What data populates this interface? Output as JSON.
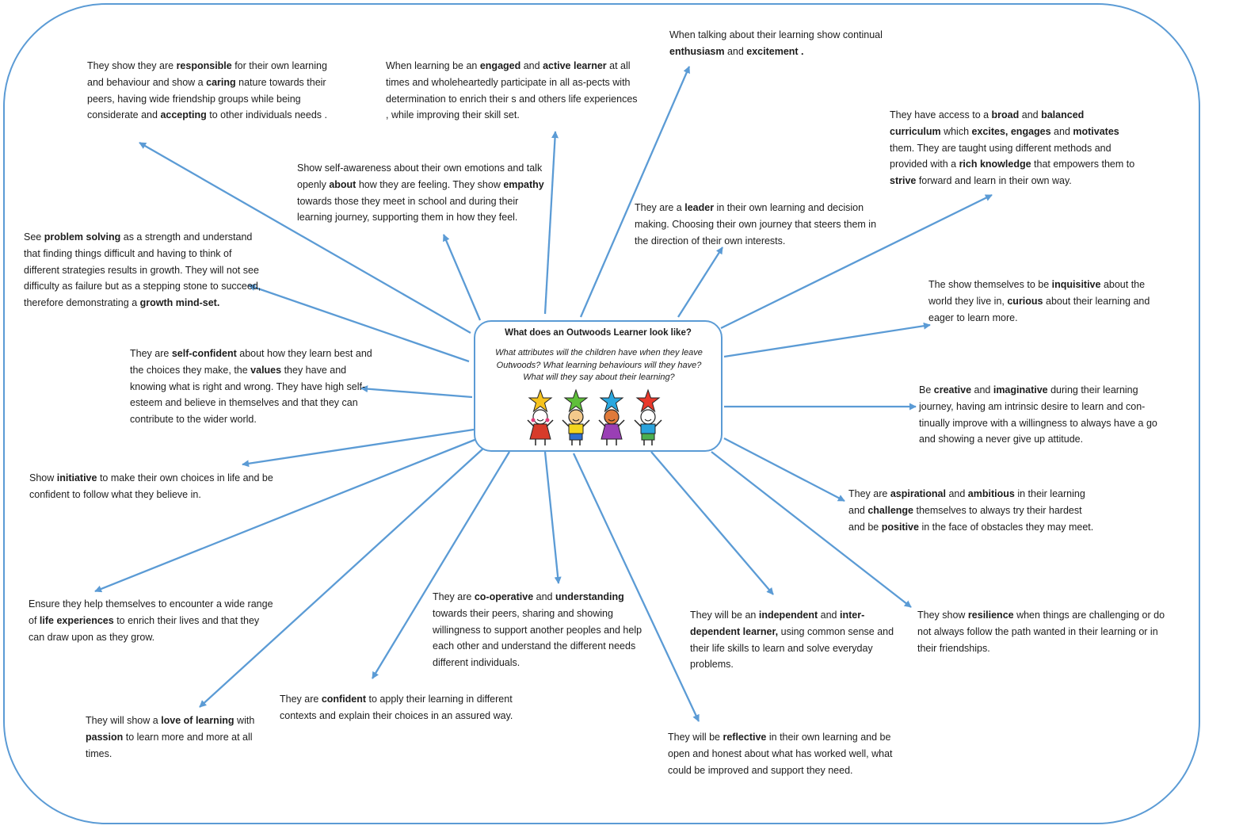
{
  "center": {
    "title": "What does an Outwoods Learner look like?",
    "question": "What attributes will the children have when they leave Outwoods?  What learning behaviours will they have?  What will they say about their learning?"
  },
  "colors": {
    "line": "#5b9bd5",
    "text": "#1c1c1c",
    "star": [
      "#f6c31d",
      "#5fbf3a",
      "#2aa7df",
      "#e8382b"
    ],
    "shirt": [
      "#d73b2a",
      "#f4d51f",
      "#9a3fb5",
      "#2aa2dc"
    ]
  },
  "nodes": [
    {
      "id": "responsible",
      "parts": [
        [
          "They show they are ",
          0
        ],
        [
          "responsible",
          1
        ],
        [
          " for their own learning and behaviour and  show a ",
          0
        ],
        [
          "caring",
          1
        ],
        [
          " nature towards their peers, having wide friendship groups while being considerate and ",
          0
        ],
        [
          "accepting",
          1
        ],
        [
          " to other individuals needs .",
          0
        ]
      ]
    },
    {
      "id": "engaged",
      "parts": [
        [
          "When learning be an ",
          0
        ],
        [
          "engaged",
          1
        ],
        [
          " and  ",
          0
        ],
        [
          "active learner",
          1
        ],
        [
          " at all times and wholeheartedly participate in all as-pects with determination to enrich their s and others life experiences , while improving their skill set.",
          0
        ]
      ]
    },
    {
      "id": "enthusiasm",
      "parts": [
        [
          "When talking about their learning  show continual ",
          0
        ],
        [
          "enthusiasm",
          1
        ],
        [
          " and ",
          0
        ],
        [
          "excitement .",
          1
        ]
      ]
    },
    {
      "id": "curriculum",
      "parts": [
        [
          "They have access to a  ",
          0
        ],
        [
          "broad",
          1
        ],
        [
          " and ",
          0
        ],
        [
          "balanced curriculum",
          1
        ],
        [
          " which ",
          0
        ],
        [
          "excites, engages",
          1
        ],
        [
          " and ",
          0
        ],
        [
          "motivates",
          1
        ],
        [
          " them.  They are taught using  different methods and provided with a ",
          0
        ],
        [
          "rich knowledge",
          1
        ],
        [
          " that empowers them to ",
          0
        ],
        [
          "strive",
          1
        ],
        [
          " forward and learn in their own way.",
          0
        ]
      ]
    },
    {
      "id": "self-awareness",
      "parts": [
        [
          "Show self-awareness about their own emotions and talk openly ",
          0
        ],
        [
          "about",
          1
        ],
        [
          "  how they are feeling.  They show ",
          0
        ],
        [
          "empathy",
          1
        ],
        [
          " towards those they meet in school and during their learning journey, supporting them in how they feel.",
          0
        ]
      ]
    },
    {
      "id": "leader",
      "parts": [
        [
          "They are a ",
          0
        ],
        [
          "leader",
          1
        ],
        [
          " in their own learning and decision making.  Choosing their own journey that steers them in the direction of their own interests.",
          0
        ]
      ]
    },
    {
      "id": "problem-solving",
      "parts": [
        [
          "See ",
          0
        ],
        [
          "problem solving",
          1
        ],
        [
          " as a strength and understand that finding things difficult and having to think of different strategies results in growth.  They will not see difficulty as failure but as a stepping stone to succeed,  therefore demonstrating a ",
          0
        ],
        [
          "growth mind-set.",
          1
        ]
      ]
    },
    {
      "id": "inquisitive",
      "parts": [
        [
          "The show themselves to be ",
          0
        ],
        [
          "inquisitive",
          1
        ],
        [
          " about the world they live in, ",
          0
        ],
        [
          "curious",
          1
        ],
        [
          "  about their learning and eager to learn more.",
          0
        ]
      ]
    },
    {
      "id": "self-confident",
      "parts": [
        [
          "They are  ",
          0
        ],
        [
          "self-confident",
          1
        ],
        [
          " about how they learn best and the choices they make, the  ",
          0
        ],
        [
          "values",
          1
        ],
        [
          " they have and knowing what is right and wrong.  They have high self-esteem and believe in themselves and that they can contribute to the wider world.",
          0
        ]
      ]
    },
    {
      "id": "creative",
      "parts": [
        [
          "Be ",
          0
        ],
        [
          "creative",
          1
        ],
        [
          " and ",
          0
        ],
        [
          "imaginative",
          1
        ],
        [
          "  during their learning journey, having am intrinsic desire to learn and con-tinually improve with a willingness to always have a go and  showing a never give up attitude.",
          0
        ]
      ]
    },
    {
      "id": "initiative",
      "parts": [
        [
          "Show ",
          0
        ],
        [
          "initiative",
          1
        ],
        [
          " to make their own choices in life and be confident to  follow what they believe in.",
          0
        ]
      ]
    },
    {
      "id": "aspirational",
      "parts": [
        [
          "They are ",
          0
        ],
        [
          "aspirational",
          1
        ],
        [
          " and ",
          0
        ],
        [
          "ambitious",
          1
        ],
        [
          "  in their learning and ",
          0
        ],
        [
          "challenge",
          1
        ],
        [
          " themselves to always try their hardest and be ",
          0
        ],
        [
          "positive",
          1
        ],
        [
          " in the face of obstacles they may meet.",
          0
        ]
      ]
    },
    {
      "id": "life-experiences",
      "parts": [
        [
          "Ensure they  help themselves to encounter a  wide range of ",
          0
        ],
        [
          "life experiences",
          1
        ],
        [
          " to enrich their lives and that they can draw upon  as they grow.",
          0
        ]
      ]
    },
    {
      "id": "co-operative",
      "parts": [
        [
          "They are ",
          0
        ],
        [
          "co-operative",
          1
        ],
        [
          " and ",
          0
        ],
        [
          "understanding",
          1
        ],
        [
          " towards their peers, sharing  and showing willingness to    support another peoples and help each other and understand  the different needs  different  individuals.",
          0
        ]
      ]
    },
    {
      "id": "independent",
      "parts": [
        [
          "They will be an ",
          0
        ],
        [
          "independent",
          1
        ],
        [
          " and ",
          0
        ],
        [
          "inter-dependent  learner,",
          1
        ],
        [
          " using common sense and their life skills  to learn and solve everyday problems.",
          0
        ]
      ]
    },
    {
      "id": "resilience",
      "parts": [
        [
          "They show ",
          0
        ],
        [
          "resilience",
          1
        ],
        [
          " when things are challenging or do not always follow the path wanted in their learning or in their friendships.",
          0
        ]
      ]
    },
    {
      "id": "love-of-learning",
      "parts": [
        [
          "They will show a ",
          0
        ],
        [
          "love of learning",
          1
        ],
        [
          " with ",
          0
        ],
        [
          "passion",
          1
        ],
        [
          "  to learn more and more at all times.",
          0
        ]
      ]
    },
    {
      "id": "confident",
      "parts": [
        [
          "They are ",
          0
        ],
        [
          "confident",
          1
        ],
        [
          " to apply their learning in different contexts and explain their choices in an assured way.",
          0
        ]
      ]
    },
    {
      "id": "reflective",
      "parts": [
        [
          "They will be ",
          0
        ],
        [
          "reflective",
          1
        ],
        [
          " in their own learning and be open and honest about what has worked well, what could be improved and support they need.",
          0
        ]
      ]
    }
  ]
}
